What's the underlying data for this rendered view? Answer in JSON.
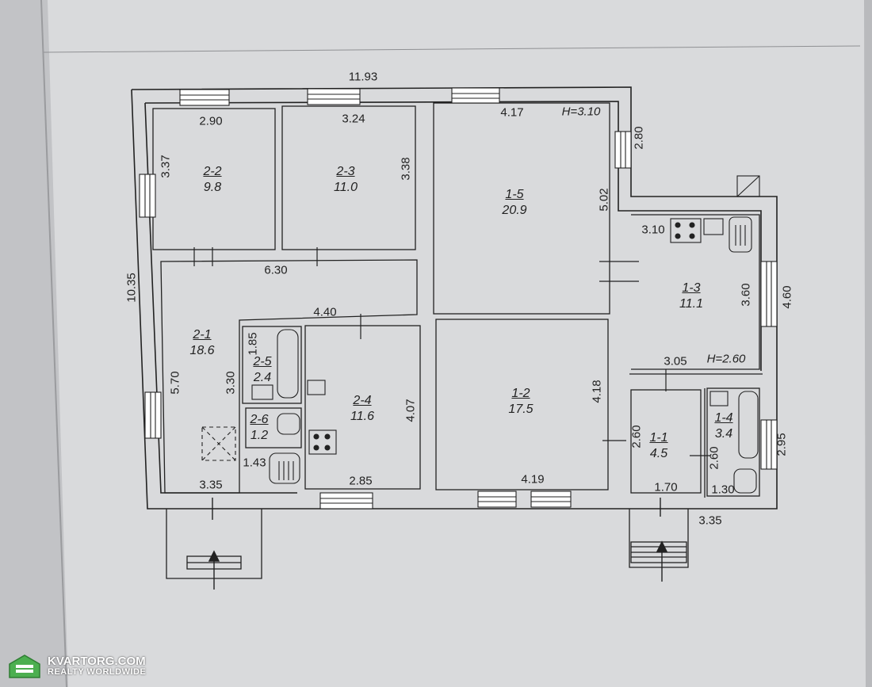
{
  "plan": {
    "dims": {
      "total_width": "11.93",
      "total_height": "10.35",
      "r22_width": "2.90",
      "r22_height": "3.37",
      "r23_width": "3.24",
      "r23_height": "3.38",
      "r15_width": "4.17",
      "ceiling_h1": "H=3.10",
      "r15_height": "5.02",
      "right_wall_upper": "2.80",
      "hall_width": "6.30",
      "r24_top": "4.40",
      "r13_width": "3.10",
      "r13_height": "3.60",
      "right_total": "4.60",
      "r21_height": "5.70",
      "r25_width": "1.85",
      "r25_height": "3.30",
      "r24_height": "4.07",
      "r12_height": "4.18",
      "r11_top": "3.05",
      "ceiling_h2": "H=2.60",
      "r11_height": "2.60",
      "r14_height": "2.60",
      "right_wall_lower": "2.95",
      "r26_width": "1.43",
      "r21_bottom": "3.35",
      "r24_bottom": "2.85",
      "r12_bottom": "4.19",
      "r11_bottom": "1.70",
      "r14_bottom": "1.30",
      "annex_bottom": "3.35"
    },
    "rooms": {
      "r22": {
        "id": "2-2",
        "area": "9.8"
      },
      "r23": {
        "id": "2-3",
        "area": "11.0"
      },
      "r15": {
        "id": "1-5",
        "area": "20.9"
      },
      "r13": {
        "id": "1-3",
        "area": "11.1"
      },
      "r21": {
        "id": "2-1",
        "area": "18.6"
      },
      "r25": {
        "id": "2-5",
        "area": "2.4"
      },
      "r26": {
        "id": "2-6",
        "area": "1.2"
      },
      "r24": {
        "id": "2-4",
        "area": "11.6"
      },
      "r12": {
        "id": "1-2",
        "area": "17.5"
      },
      "r11": {
        "id": "1-1",
        "area": "4.5"
      },
      "r14": {
        "id": "1-4",
        "area": "3.4"
      }
    }
  },
  "watermark": {
    "name": "KVARTORG.COM",
    "tagline": "REALTY WORLDWIDE"
  }
}
